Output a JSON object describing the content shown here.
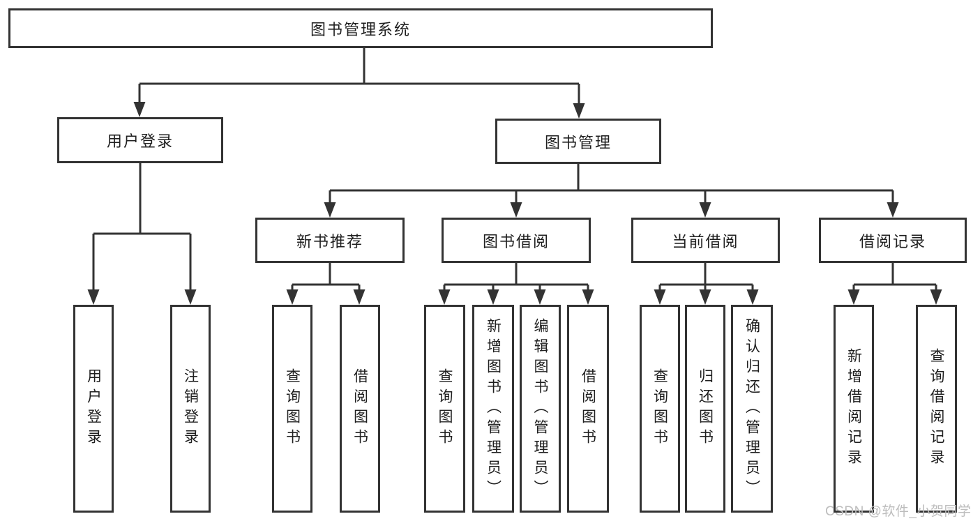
{
  "diagram": {
    "colors": {
      "line": "#333333",
      "text": "#1f1f1f",
      "box_background": "#ffffff",
      "watermark": "#bdbdbd",
      "page_background": "#ffffff"
    },
    "root": {
      "label": "图书管理系统"
    },
    "branches": {
      "user_login": {
        "label": "用户登录",
        "children": [
          "用户登录",
          "注销登录"
        ]
      },
      "book_mgmt": {
        "label": "图书管理"
      }
    },
    "modules": [
      {
        "label": "新书推荐",
        "children": [
          "查询图书",
          "借阅图书"
        ]
      },
      {
        "label": "图书借阅",
        "children": [
          "查询图书",
          "新增图书（管理员）",
          "编辑图书（管理员）",
          "借阅图书"
        ]
      },
      {
        "label": "当前借阅",
        "children": [
          "查询图书",
          "归还图书",
          "确认归还（管理员）"
        ]
      },
      {
        "label": "借阅记录",
        "children": [
          "新增借阅记录",
          "查询借阅记录"
        ]
      }
    ],
    "watermark": "CSDN @软件_小贺同学"
  }
}
